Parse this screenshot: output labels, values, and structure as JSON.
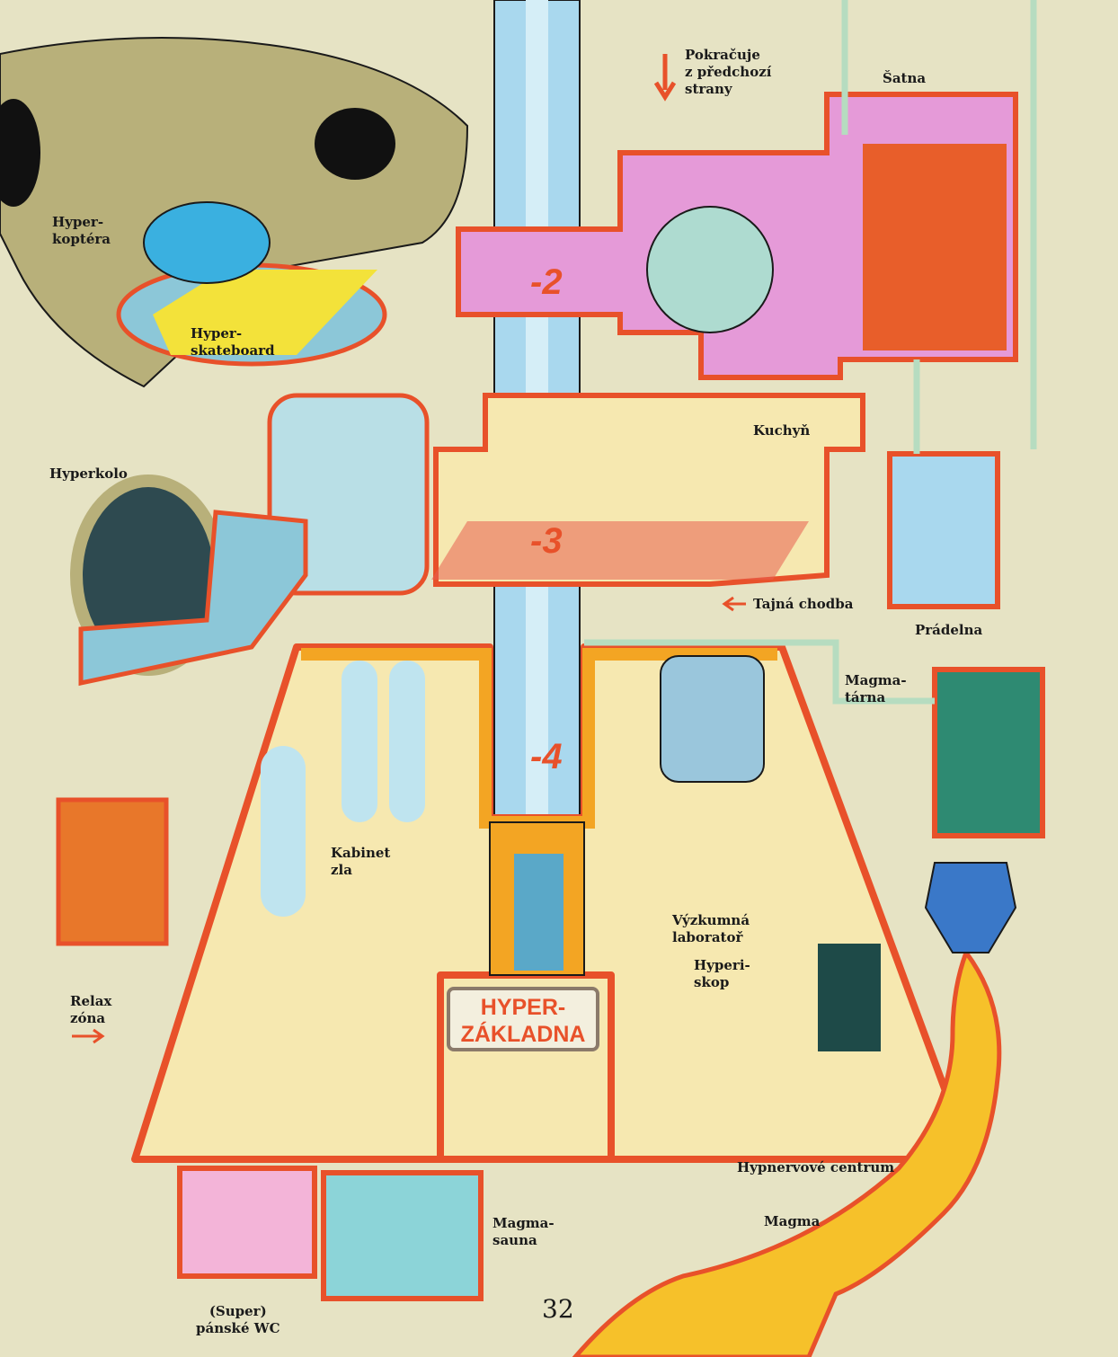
{
  "page_number": "32",
  "title": "HYPER-\nZÁKLADNA",
  "elevator_floors": [
    "-2",
    "-3",
    "-4"
  ],
  "labels": {
    "continues": "Pokračuje\nz předchozí\nstrany",
    "satna": "Šatna",
    "hyperkoptera": "Hyper-\nkoptéra",
    "hyperskateboard": "Hyper-\nskateboard",
    "kuchyn": "Kuchyň",
    "hyperkolo": "Hyperkolo",
    "tajna_chodba": "Tajná chodba",
    "pradelna": "Prádelna",
    "magmatarna": "Magma-\ntárna",
    "kabinet_zla": "Kabinet\nzla",
    "laborator": "Výzkumná\nlaboratoř",
    "hyperiskop": "Hyperi-\nskop",
    "relax": "Relax\nzóna",
    "hypnervove": "Hypnervové centrum",
    "magma": "Magma",
    "magmasauna": "Magma-\nsauna",
    "wc": "(Super)\npánské WC"
  },
  "colors": {
    "ground": "#e6e3c4",
    "wall": "#e8512a",
    "elevator": "#a9d8ee",
    "magma": "#f6c12a",
    "room_pink": "#e59ad8",
    "room_yellow": "#f6e8b0",
    "room_orange": "#f3a523"
  }
}
